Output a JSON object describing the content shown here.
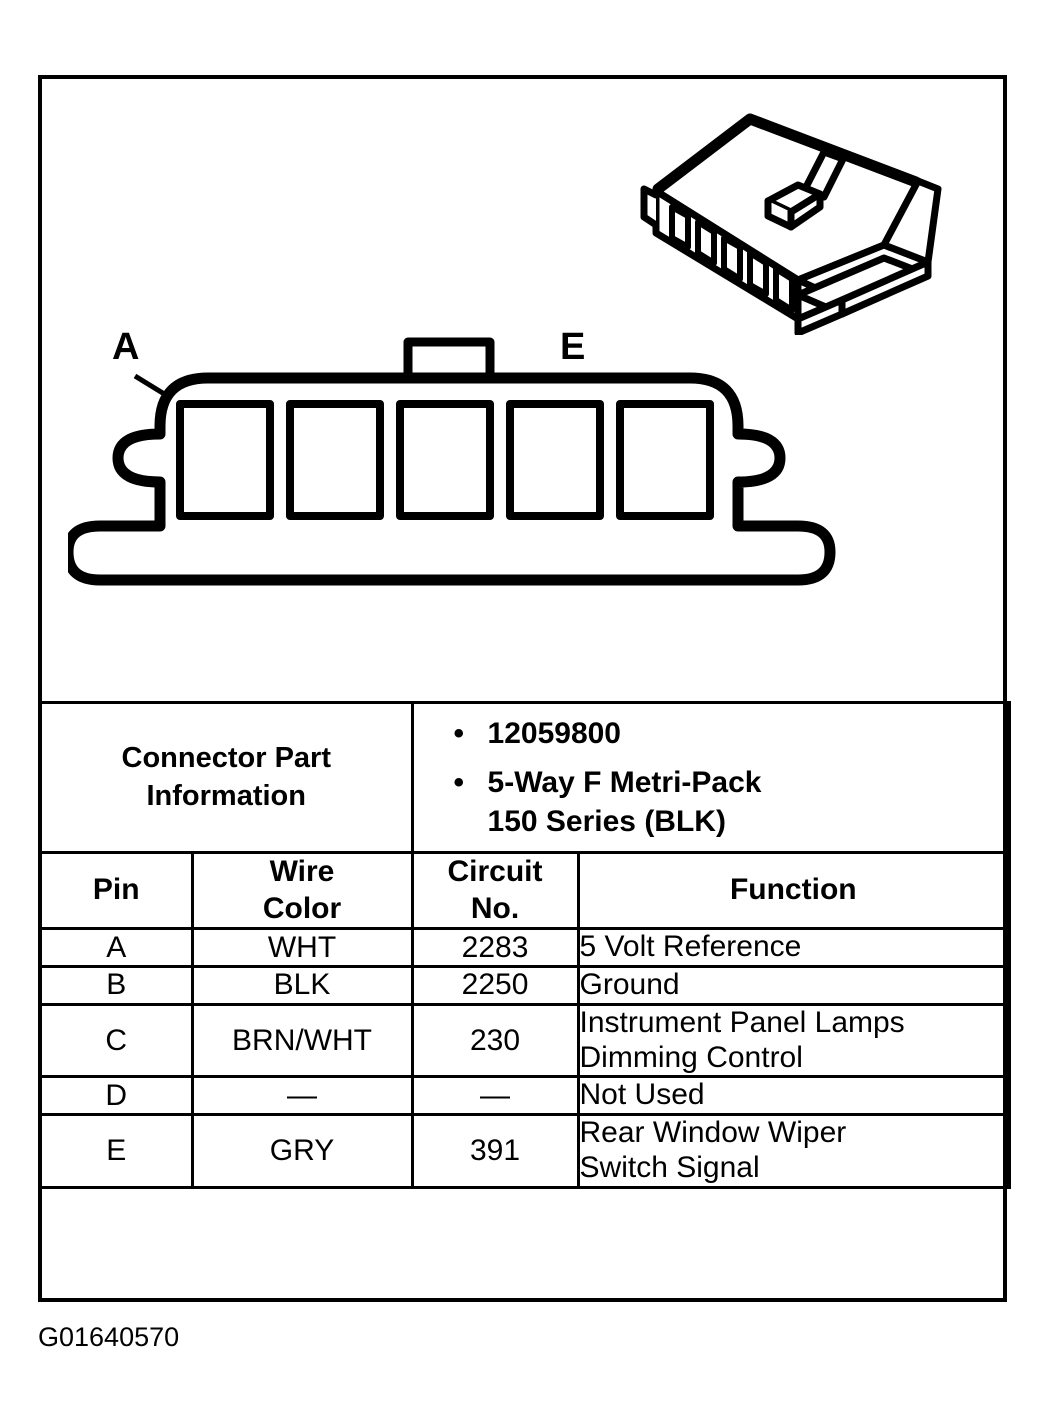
{
  "figure": {
    "id": "G01640570",
    "callouts": [
      {
        "label": "A",
        "points_to": "cavity-1"
      },
      {
        "label": "E",
        "points_to": "cavity-5"
      }
    ],
    "views": {
      "isometric": "connector-housing-isometric-view",
      "front": "connector-face-front-view"
    },
    "cavity_count": 5
  },
  "table": {
    "connector_part_information": {
      "label_line1": "Connector Part",
      "label_line2": "Information",
      "bullet_glyph": "•",
      "items": [
        {
          "line1": "12059800",
          "line2": ""
        },
        {
          "line1": "5-Way F Metri-Pack",
          "line2": "150 Series (BLK)"
        }
      ]
    },
    "headers": {
      "pin": "Pin",
      "wire_color_line1": "Wire",
      "wire_color_line2": "Color",
      "circuit_no_line1": "Circuit",
      "circuit_no_line2": "No.",
      "function": "Function"
    },
    "rows": [
      {
        "pin": "A",
        "wire_color": "WHT",
        "circuit_no": "2283",
        "function_line1": "5 Volt Reference",
        "function_line2": ""
      },
      {
        "pin": "B",
        "wire_color": "BLK",
        "circuit_no": "2250",
        "function_line1": "Ground",
        "function_line2": ""
      },
      {
        "pin": "C",
        "wire_color": "BRN/WHT",
        "circuit_no": "230",
        "function_line1": "Instrument Panel Lamps",
        "function_line2": "Dimming Control"
      },
      {
        "pin": "D",
        "wire_color": "—",
        "circuit_no": "—",
        "function_line1": "Not Used",
        "function_line2": ""
      },
      {
        "pin": "E",
        "wire_color": "GRY",
        "circuit_no": "391",
        "function_line1": "Rear Window Wiper",
        "function_line2": "Switch Signal"
      }
    ]
  },
  "colors": {
    "ink": "#000000",
    "paper": "#ffffff"
  }
}
